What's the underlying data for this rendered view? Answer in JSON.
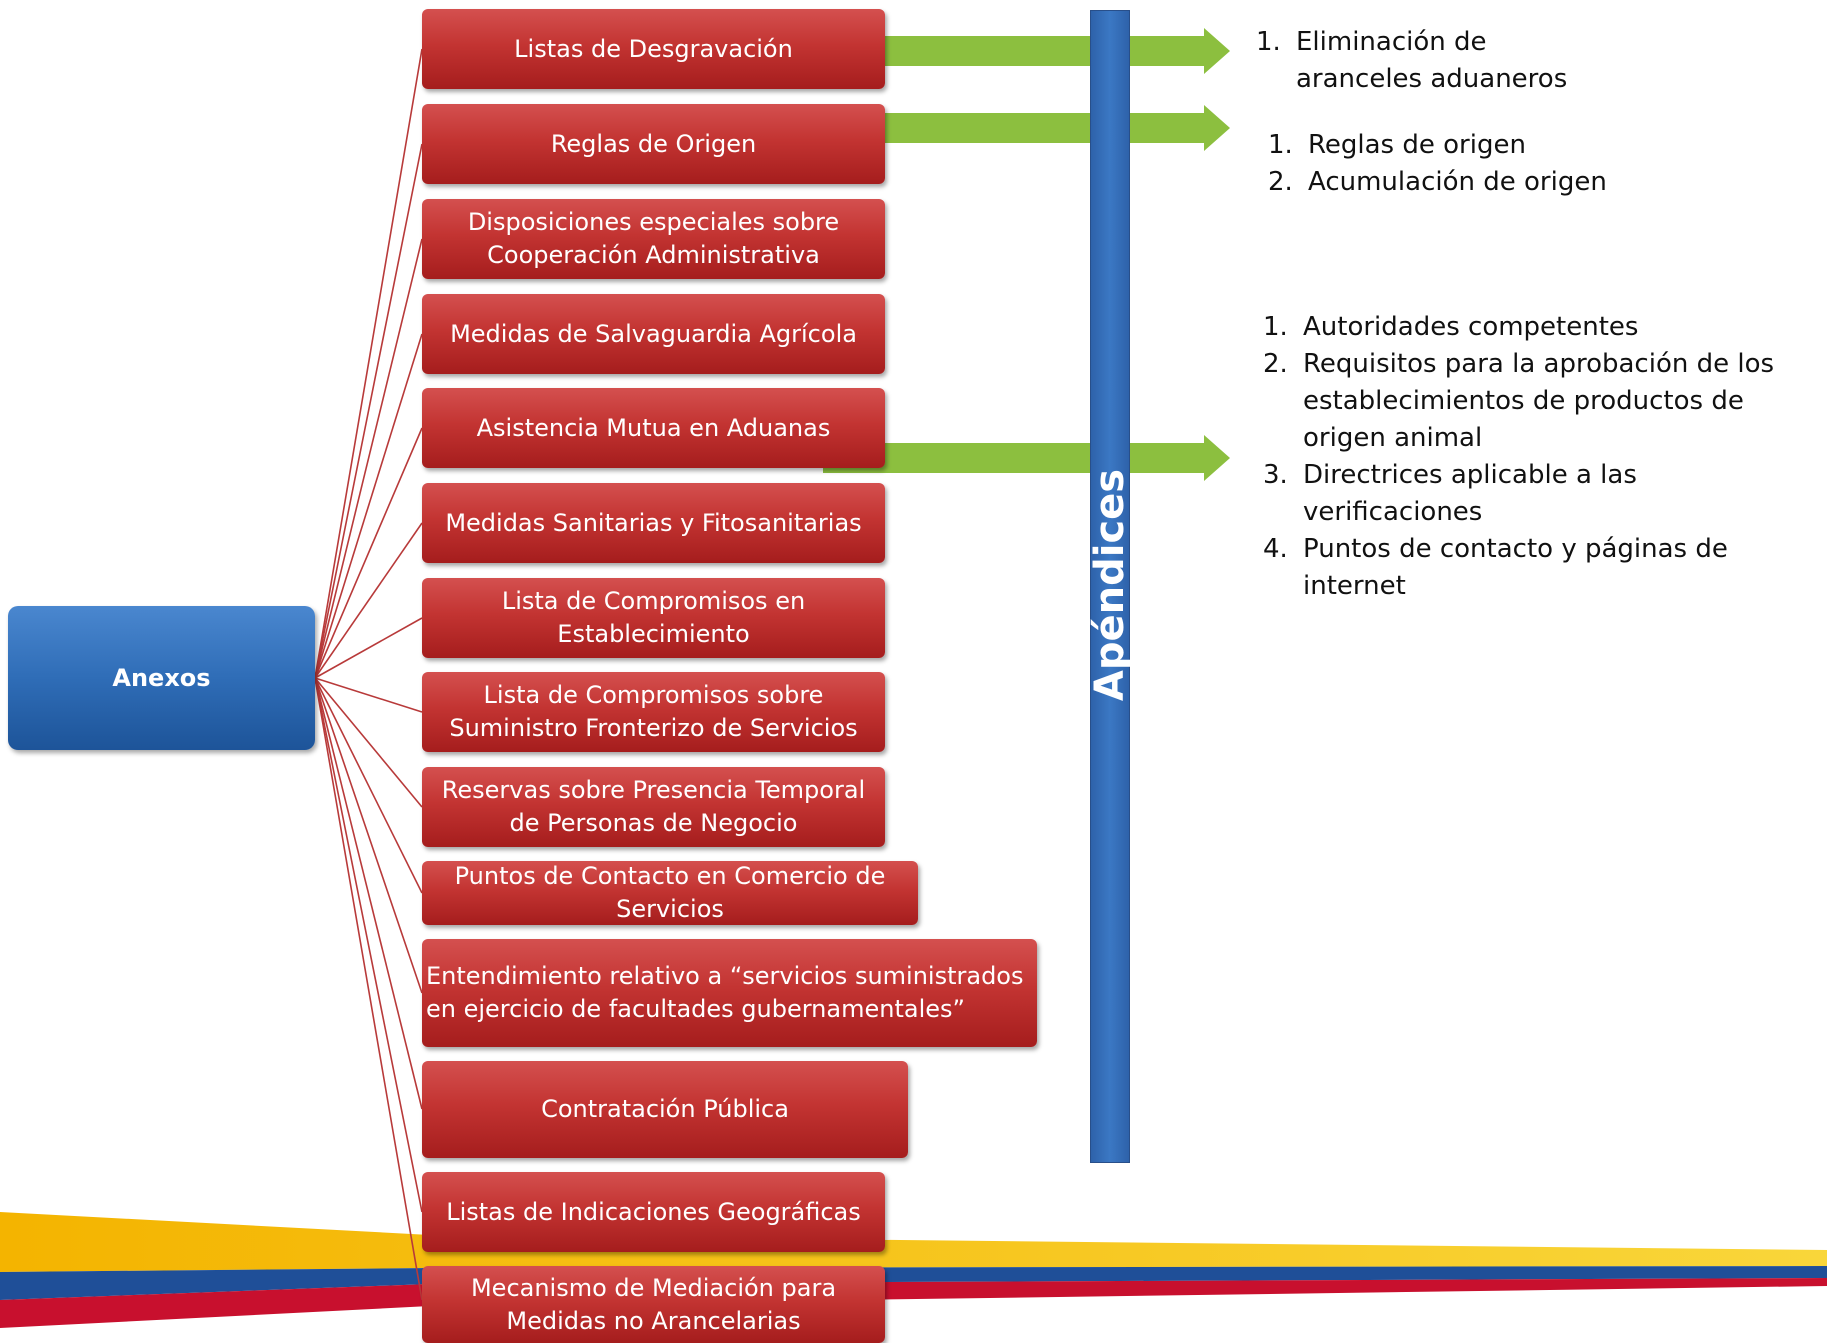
{
  "root": {
    "label": "Anexos"
  },
  "annexes": [
    {
      "label": "Listas de Desgravación"
    },
    {
      "label": "Reglas de Origen"
    },
    {
      "label": "Disposiciones especiales sobre Cooperación Administrativa"
    },
    {
      "label": "Medidas de Salvaguardia Agrícola"
    },
    {
      "label": "Asistencia Mutua en Aduanas"
    },
    {
      "label": "Medidas Sanitarias y Fitosanitarias"
    },
    {
      "label": "Lista de Compromisos en Establecimiento"
    },
    {
      "label": "Lista de Compromisos sobre Suministro Fronterizo de Servicios"
    },
    {
      "label": "Reservas sobre Presencia Temporal de Personas de Negocio"
    },
    {
      "label": "Puntos de Contacto en Comercio de Servicios"
    },
    {
      "label": "Entendimiento relativo a “servicios suministrados en ejercicio de facultades gubernamentales”"
    },
    {
      "label": "Contratación Pública"
    },
    {
      "label": "Listas de Indicaciones Geográficas"
    },
    {
      "label": "Mecanismo de Mediación para Medidas no Arancelarias"
    }
  ],
  "appendices_label": "Apéndices",
  "appendix_lists": [
    {
      "items": [
        {
          "num": "1.",
          "text": "Eliminación de aranceles aduaneros"
        }
      ]
    },
    {
      "items": [
        {
          "num": "1.",
          "text": "Reglas de origen"
        },
        {
          "num": "2.",
          "text": "Acumulación de origen"
        }
      ]
    },
    {
      "items": [
        {
          "num": "1.",
          "text": "Autoridades competentes"
        },
        {
          "num": "2.",
          "text": "Requisitos para la aprobación de los establecimientos de productos de origen animal"
        },
        {
          "num": "3.",
          "text": "Directrices aplicable a las verificaciones"
        },
        {
          "num": "4.",
          "text": "Puntos de contacto y páginas de internet"
        }
      ]
    }
  ],
  "colors": {
    "annex_box": "#c33432",
    "root_box": "#2f6db7",
    "appendix_bar": "#3b78c4",
    "arrow": "#8cbf3f",
    "connector": "#b83a3a",
    "flag_yellow": "#f6c51b",
    "flag_blue": "#1f4f98",
    "flag_red": "#c8102e"
  }
}
